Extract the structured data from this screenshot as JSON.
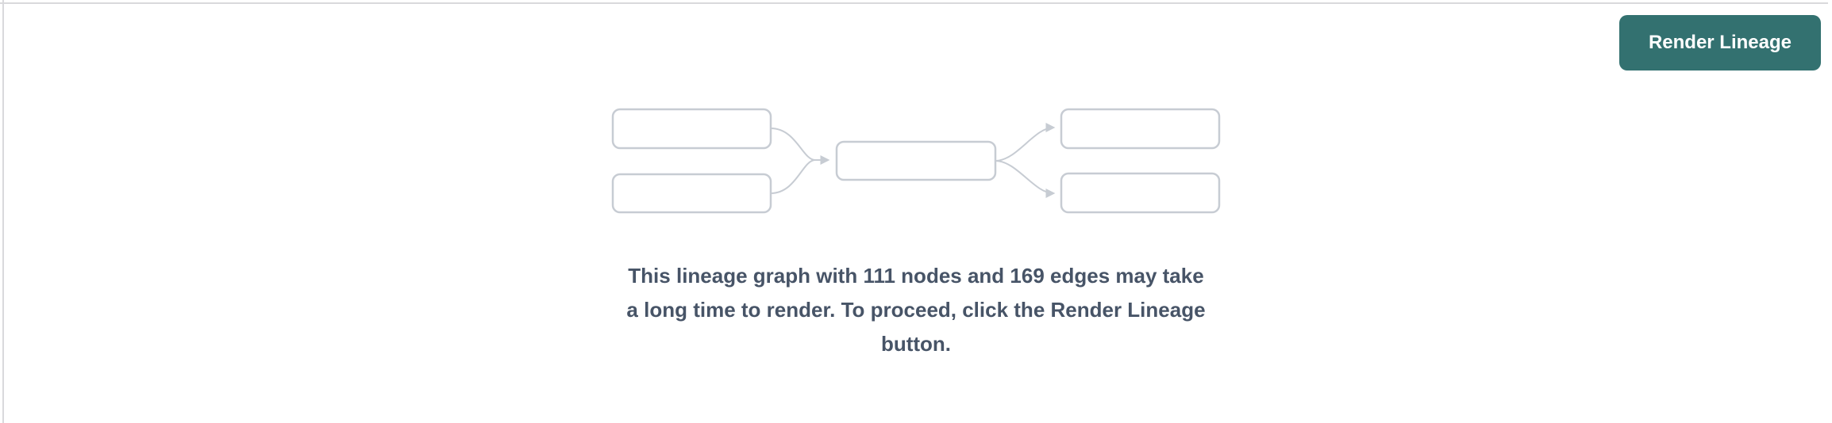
{
  "theme": {
    "background": "#ffffff",
    "border_hairline": "#d9d9dc",
    "illustration_stroke": "#c7ccd3",
    "message_text": "#475467",
    "accent": "#337170",
    "button_text": "#ffffff"
  },
  "toolbar": {
    "render_button_label": "Render Lineage"
  },
  "empty_state": {
    "illustration": "lineage-graph-placeholder",
    "message": {
      "lines": [
        "This lineage graph with 111 nodes and 169 edges may take",
        "a long time to render. To proceed, click the Render Lineage",
        "button."
      ],
      "node_count": "111",
      "edge_count": "169"
    }
  }
}
